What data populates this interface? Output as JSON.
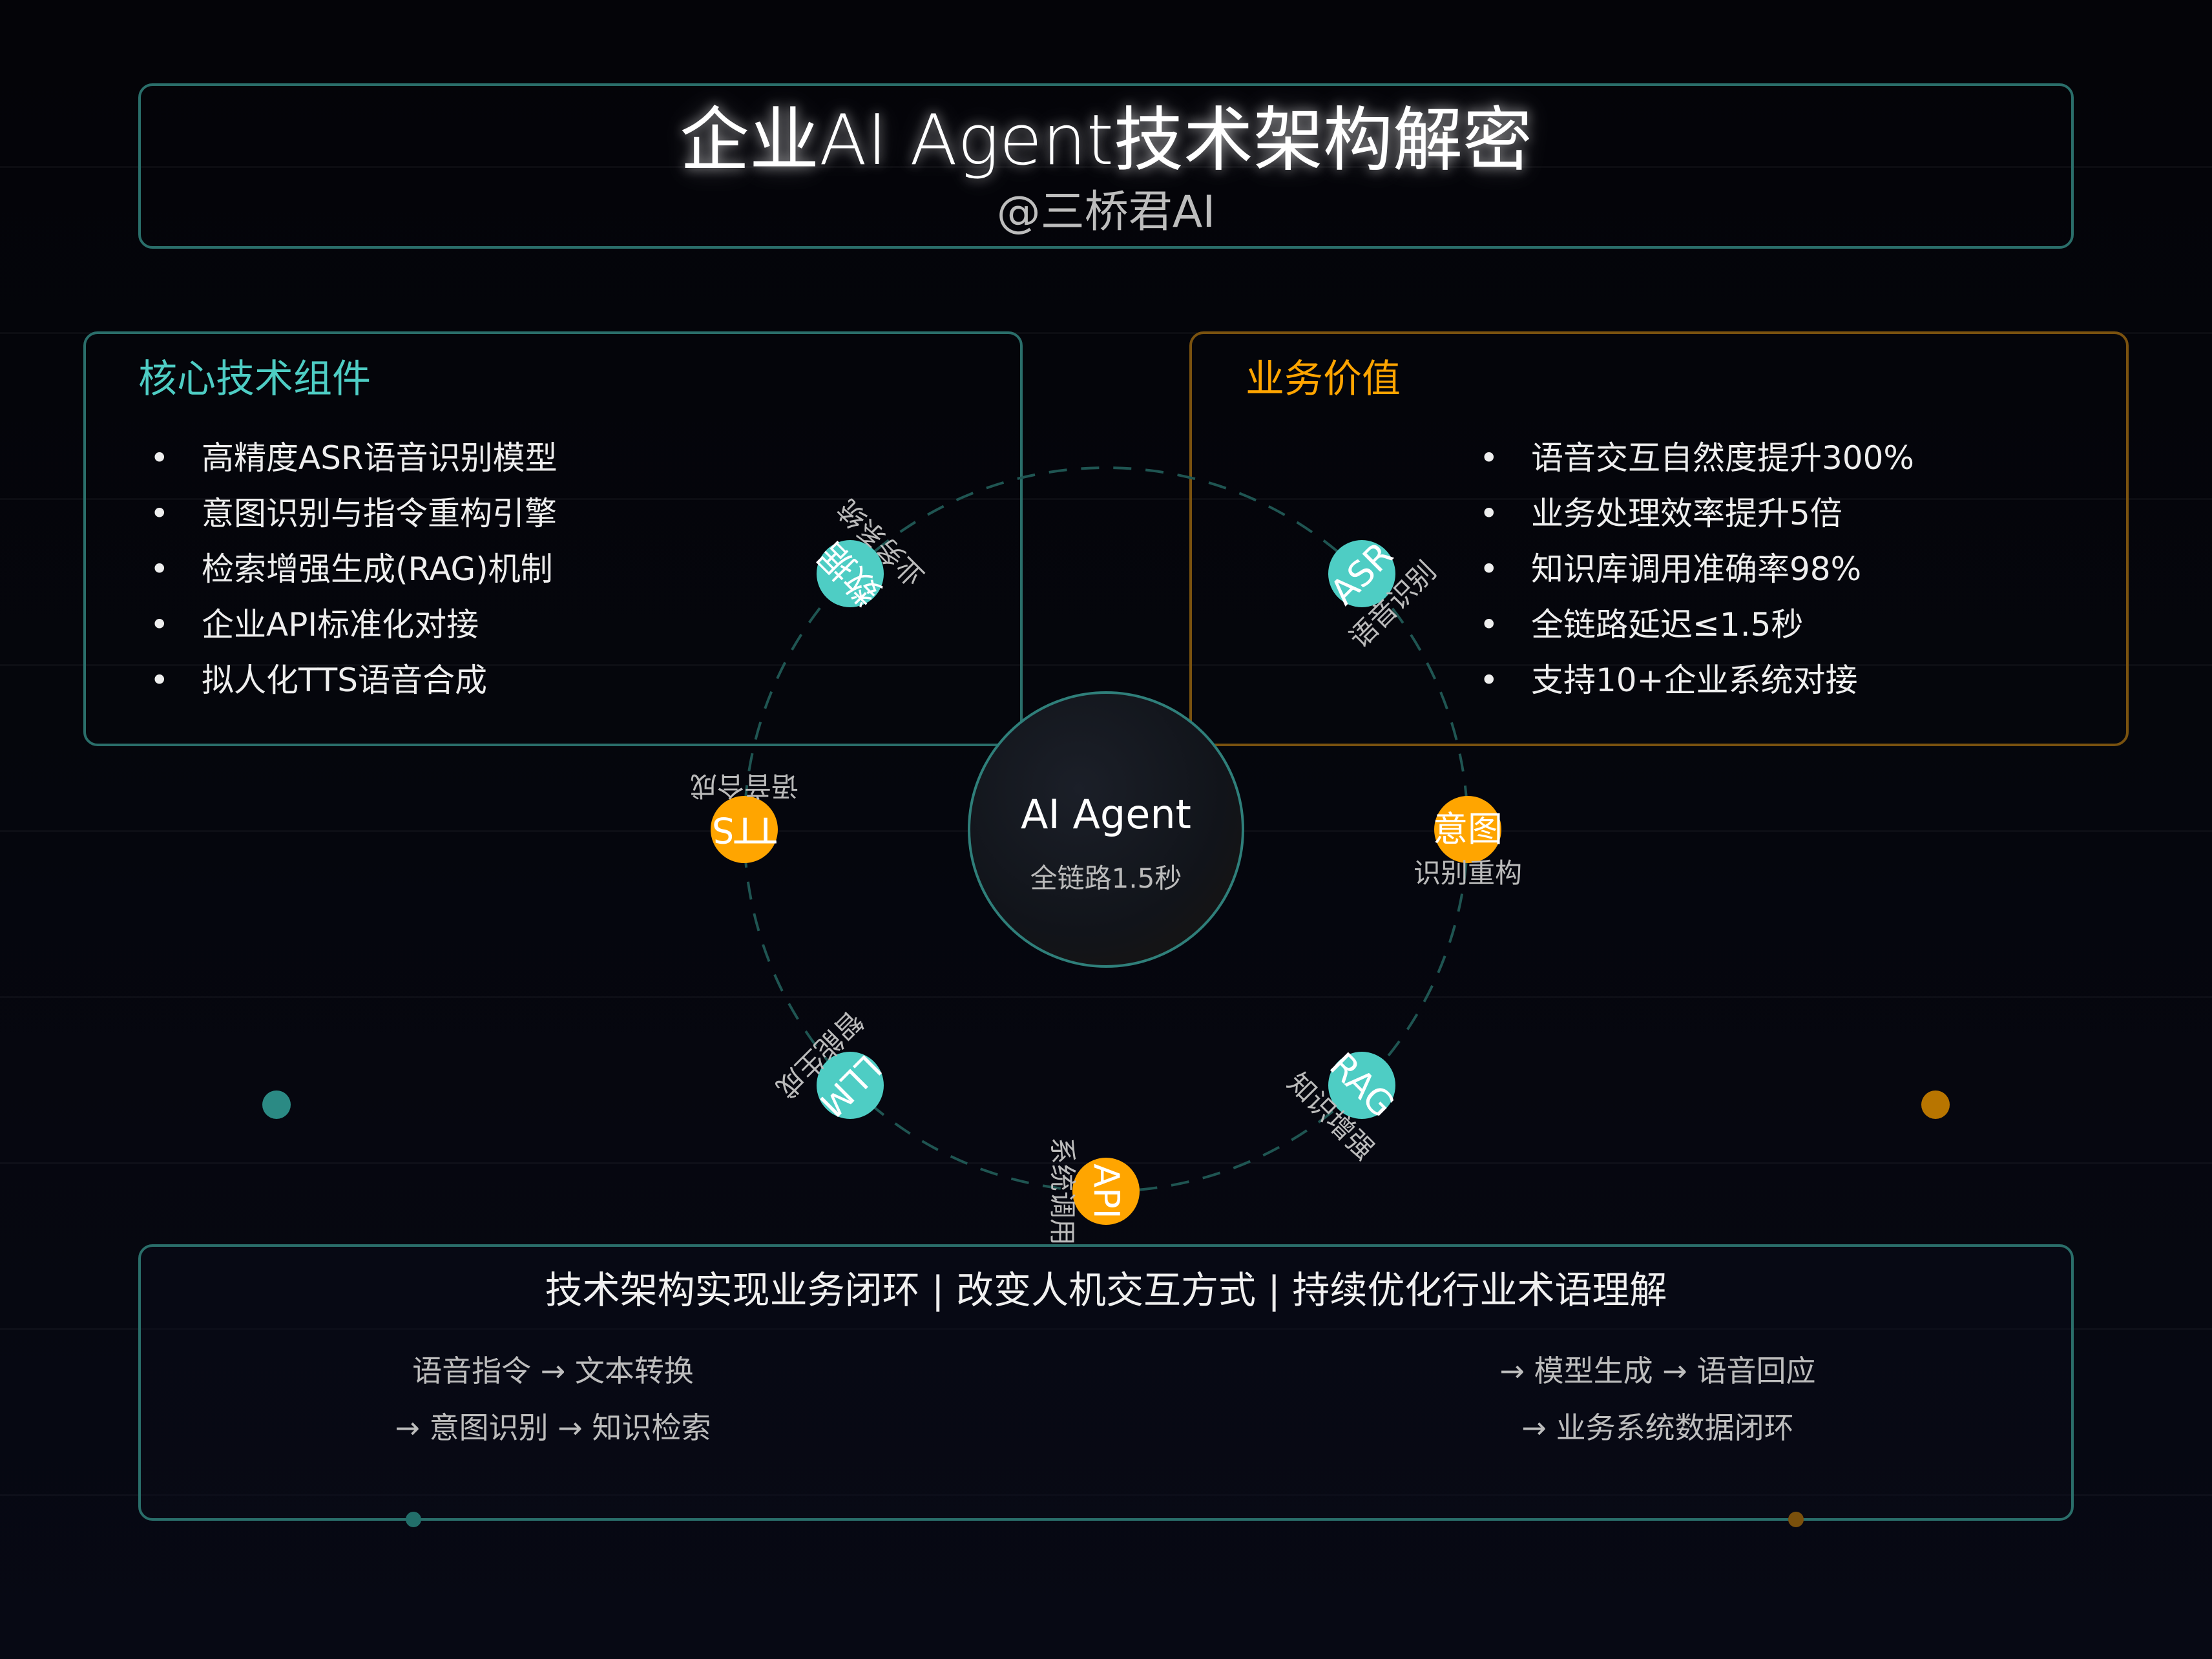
{
  "header": {
    "title": "企业AI Agent技术架构解密",
    "subtitle": "@三桥君AI"
  },
  "colors": {
    "teal": "#4ecdc4",
    "orange": "#ffa500",
    "background": "#05060c"
  },
  "core_panel": {
    "heading": "核心技术组件",
    "bullet": "•",
    "items": [
      "高精度ASR语音识别模型",
      "意图识别与指令重构引擎",
      "检索增强生成(RAG)机制",
      "企业API标准化对接",
      "拟人化TTS语音合成"
    ]
  },
  "value_panel": {
    "heading": "业务价值",
    "bullet": "•",
    "items": [
      "语音交互自然度提升300%",
      "业务处理效率提升5倍",
      "知识库调用准确率98%",
      "全链路延迟≤1.5秒",
      "支持10+企业系统对接"
    ]
  },
  "hub": {
    "title": "AI Agent",
    "subtitle": "全链路1.5秒"
  },
  "nodes": [
    {
      "text": "ASR",
      "label": "语音识别",
      "color": "teal",
      "angle": -45
    },
    {
      "text": "意图",
      "label": "识别重构",
      "color": "orange",
      "angle": 0
    },
    {
      "text": "RAG",
      "label": "知识增强",
      "color": "teal",
      "angle": 45
    },
    {
      "text": "API",
      "label": "系统调用",
      "color": "orange",
      "angle": 90
    },
    {
      "text": "LLM",
      "label": "智能生成",
      "color": "teal",
      "angle": 135
    },
    {
      "text": "TTS",
      "label": "语音合成",
      "color": "orange",
      "angle": 180
    },
    {
      "text": "数据",
      "label": "业务系统",
      "color": "teal",
      "angle": 225
    }
  ],
  "footer": {
    "heading": "技术架构实现业务闭环 | 改变人机交互方式 | 持续优化行业术语理解",
    "left_flow": [
      "语音指令 → 文本转换",
      "→ 意图识别 → 知识检索"
    ],
    "right_flow": [
      "→ 模型生成 → 语音回应",
      "→ 业务系统数据闭环"
    ]
  }
}
